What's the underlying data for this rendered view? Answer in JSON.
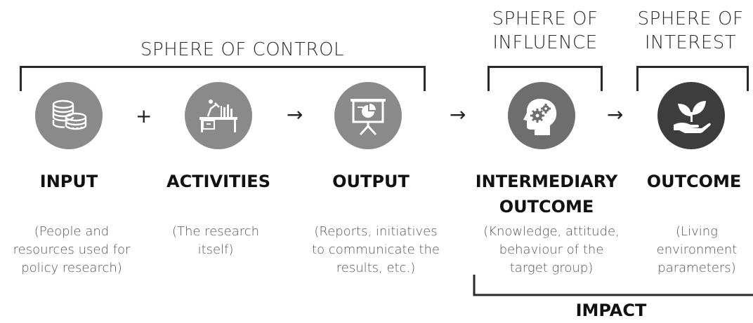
{
  "spheres": {
    "control": "SPHERE OF CONTROL",
    "influence": [
      "SPHERE OF",
      "INFLUENCE"
    ],
    "interest": [
      "SPHERE OF",
      "INTEREST"
    ]
  },
  "operators": {
    "plus": "+",
    "arrow": "→"
  },
  "steps": [
    {
      "title": "INPUT",
      "desc": [
        "(People and",
        "resources used for",
        "policy research)"
      ],
      "icon": "coins-icon"
    },
    {
      "title": "ACTIVITIES",
      "desc": [
        "(The research",
        "itself)"
      ],
      "icon": "desk-icon"
    },
    {
      "title": "OUTPUT",
      "desc": [
        "(Reports, initiatives",
        "to communicate the",
        "results, etc.)"
      ],
      "icon": "presentation-board-icon"
    },
    {
      "title": [
        "INTERMEDIARY",
        "OUTCOME"
      ],
      "desc": [
        "(Knowledge, attitude,",
        "behaviour of the",
        "target group)"
      ],
      "icon": "head-gears-icon"
    },
    {
      "title": "OUTCOME",
      "desc": [
        "(Living",
        "environment",
        "parameters)"
      ],
      "icon": "plant-hand-icon"
    }
  ],
  "impact": "IMPACT",
  "colors": {
    "circle_light": "#8a8a8a",
    "circle_mid": "#6e6e6e",
    "circle_dark": "#3d3d3d"
  }
}
